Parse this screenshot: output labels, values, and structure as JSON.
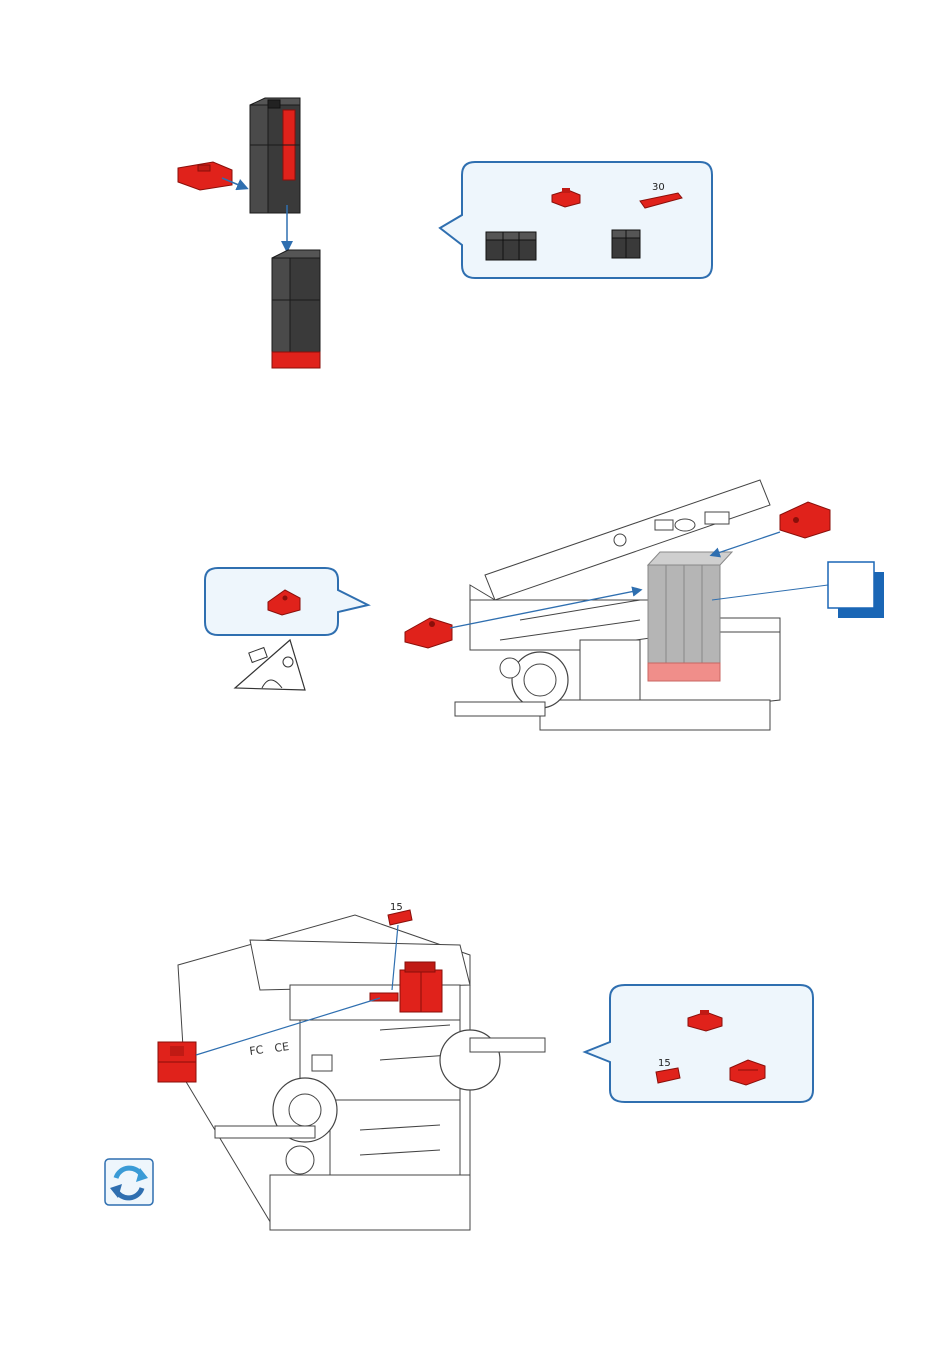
{
  "step1": {
    "parts_bubble": {
      "length_label": "30"
    }
  },
  "step2": {
    "callout_box": {
      "content": ""
    }
  },
  "step3": {
    "part_length_label": "15",
    "parts_bubble": {
      "length_label": "15"
    }
  },
  "colors": {
    "brick_black": "#3a3a3a",
    "brick_red": "#e0221b",
    "bubble_fill": "#eef6fc",
    "bubble_stroke": "#2f6fb0",
    "arrow_blue": "#2f6fb0",
    "callout_blue": "#1a66b5"
  },
  "icons": [
    "rotate-model-icon",
    "cheese-piece-outline-icon"
  ]
}
